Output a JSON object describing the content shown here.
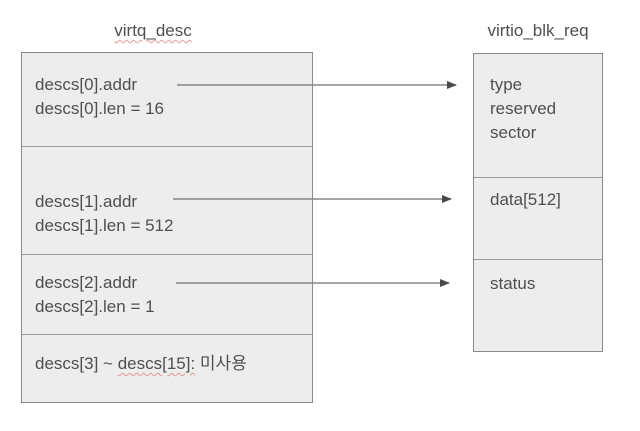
{
  "diagram": {
    "left_table": {
      "title": "virtq_desc",
      "rows": [
        {
          "line1": "descs[0].addr",
          "line2": "descs[0].len = 16"
        },
        {
          "line1": "descs[1].addr",
          "line2": "descs[1].len = 512"
        },
        {
          "line1": "descs[2].addr",
          "line2": "descs[2].len = 1"
        },
        {
          "part1": "descs[3] ~ ",
          "part2": "descs[15]:",
          "part3": " 미사용"
        }
      ]
    },
    "right_table": {
      "title": "virtio_blk_req",
      "sections": [
        {
          "line1": "type",
          "line2": "reserved",
          "line3": "sector"
        },
        {
          "line1": "data[512]"
        },
        {
          "line1": "status"
        }
      ]
    },
    "arrows": [
      {
        "from": "descs[0].addr",
        "to": "type / reserved / sector"
      },
      {
        "from": "descs[1].addr",
        "to": "data[512]"
      },
      {
        "from": "descs[2].addr",
        "to": "status"
      }
    ],
    "colors": {
      "box_fill": "#ededee",
      "box_border": "#8a8a8a",
      "divider": "#9c9c9c",
      "text": "#4f4f4f",
      "arrow_shaft": "#858585",
      "arrow_head": "#4a4a4a",
      "spellcheck_underline": "#dd7e6b"
    }
  }
}
